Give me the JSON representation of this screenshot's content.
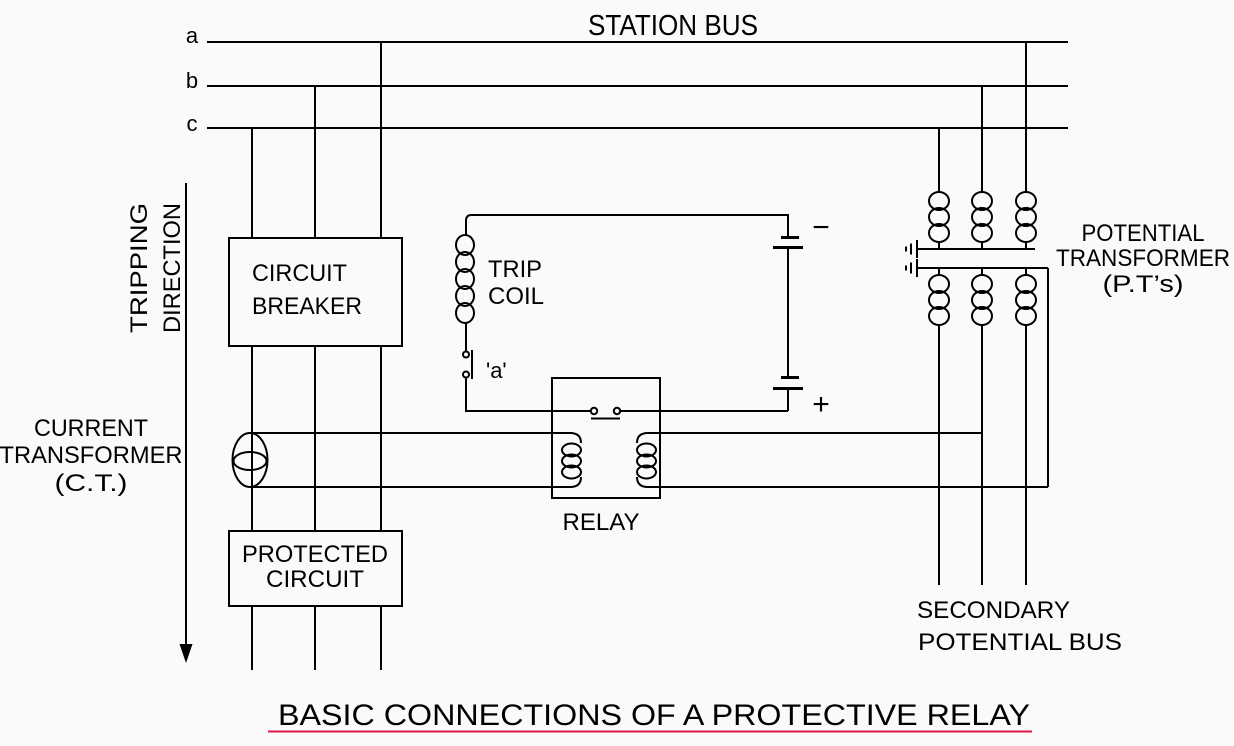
{
  "diagram": {
    "background_color": "#fafafa",
    "line_color": "#000000",
    "station_bus": {
      "label": "STATION BUS",
      "phases": [
        "a",
        "b",
        "c"
      ]
    },
    "tripping_direction": {
      "line1": "TRIPPING",
      "line2": "DIRECTION"
    },
    "circuit_breaker": {
      "line1": "CIRCUIT",
      "line2": "BREAKER"
    },
    "trip_coil": {
      "line1": "TRIP",
      "line2": "COIL"
    },
    "contact_label": "'a'",
    "battery": {
      "minus": "−",
      "plus": "+"
    },
    "relay_label": "RELAY",
    "current_transformer": {
      "line1": "CURRENT",
      "line2": "TRANSFORMER",
      "line3": "(C.T.)"
    },
    "protected_circuit": {
      "line1": "PROTECTED",
      "line2": "CIRCUIT"
    },
    "potential_transformer": {
      "line1": "POTENTIAL",
      "line2": "TRANSFORMER",
      "line3": "(P.T’s)"
    },
    "secondary_potential_bus": {
      "line1": "SECONDARY",
      "line2": "POTENTIAL BUS"
    },
    "title": {
      "text": "BASIC CONNECTIONS OF A PROTECTIVE RELAY",
      "color": "#e11745"
    }
  }
}
